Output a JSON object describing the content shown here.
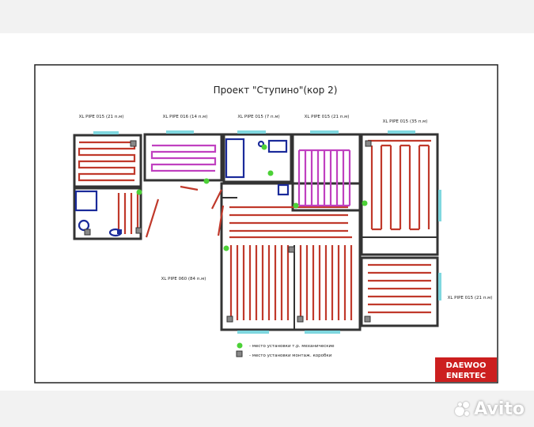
{
  "title": "Проект  \"Ступино\"(кор 2)",
  "pipe_labels": {
    "p1": "XL PIPE 015 (21 п.м)",
    "p2": "XL PIPE 016 (14 п.м)",
    "p3": "XL PIPE 015 (7 п.м)",
    "p4": "XL PIPE 015 (21 п.м)",
    "p5": "XL PIPE 015 (35 п.м)",
    "p6": "XL PIPE 060 (84 п.м)",
    "p7": "XL PIPE 015 (21 п.м)"
  },
  "legend": {
    "green": "- место установки т.р. механические",
    "gray": "- место установки монтаж. коробки"
  },
  "brand": {
    "line1": "DAEWOO",
    "line2": "ENERTEC"
  },
  "watermark": "Avito",
  "colors": {
    "heating_pipe": "#c0392b",
    "heating_pipe_alt": "#c040c0",
    "fixtures": "#1a2a9a",
    "windows": "#7fd7df",
    "thermostat": "#4cd137",
    "junction_box": "#888888",
    "brand_bg": "#cc1f1f"
  }
}
